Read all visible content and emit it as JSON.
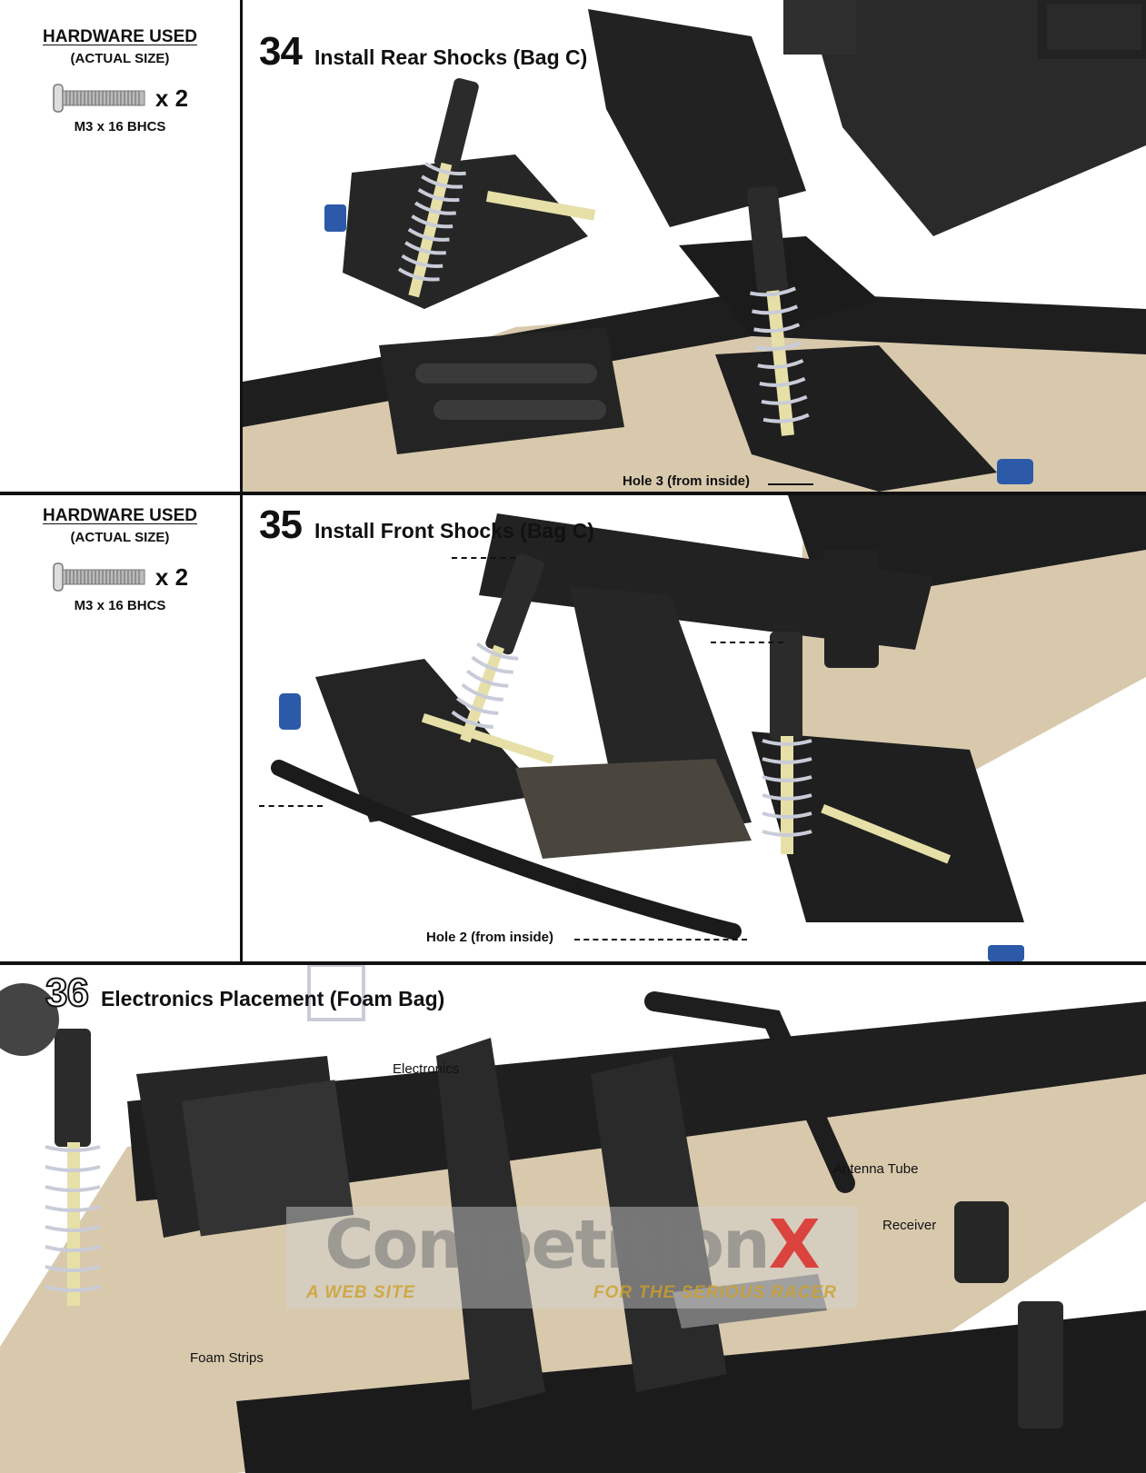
{
  "sections": [
    {
      "hardware": {
        "title": "HARDWARE USED",
        "subtitle": "(ACTUAL SIZE)",
        "qty": "x 2",
        "part": "M3 x 16 BHCS"
      },
      "step_number": "34",
      "step_title": "Install Rear Shocks (Bag C)",
      "callouts": [
        "Hole 3 (from inside)"
      ]
    },
    {
      "hardware": {
        "title": "HARDWARE USED",
        "subtitle": "(ACTUAL SIZE)",
        "qty": "x 2",
        "part": "M3 x 16 BHCS"
      },
      "step_number": "35",
      "step_title": "Install Front Shocks (Bag C)",
      "callouts": [
        "Hole 2 (from inside)"
      ]
    },
    {
      "step_number": "36",
      "step_title": "Electronics Placement (Foam Bag)",
      "callouts": [
        "Electronics",
        "Antenna Tube",
        "Receiver",
        "Foam Strips"
      ]
    }
  ],
  "watermark": {
    "brand": "Competition",
    "brand_accent": "X",
    "tagline_left": "A WEB SITE",
    "tagline_right": "FOR THE SERIOUS RACER"
  },
  "colors": {
    "chassis": "#1e1e1e",
    "tray": "#d8c9ad",
    "spring": "#c9ccd8",
    "shaft": "#e6e0a8",
    "hub": "#2c5aa8"
  }
}
